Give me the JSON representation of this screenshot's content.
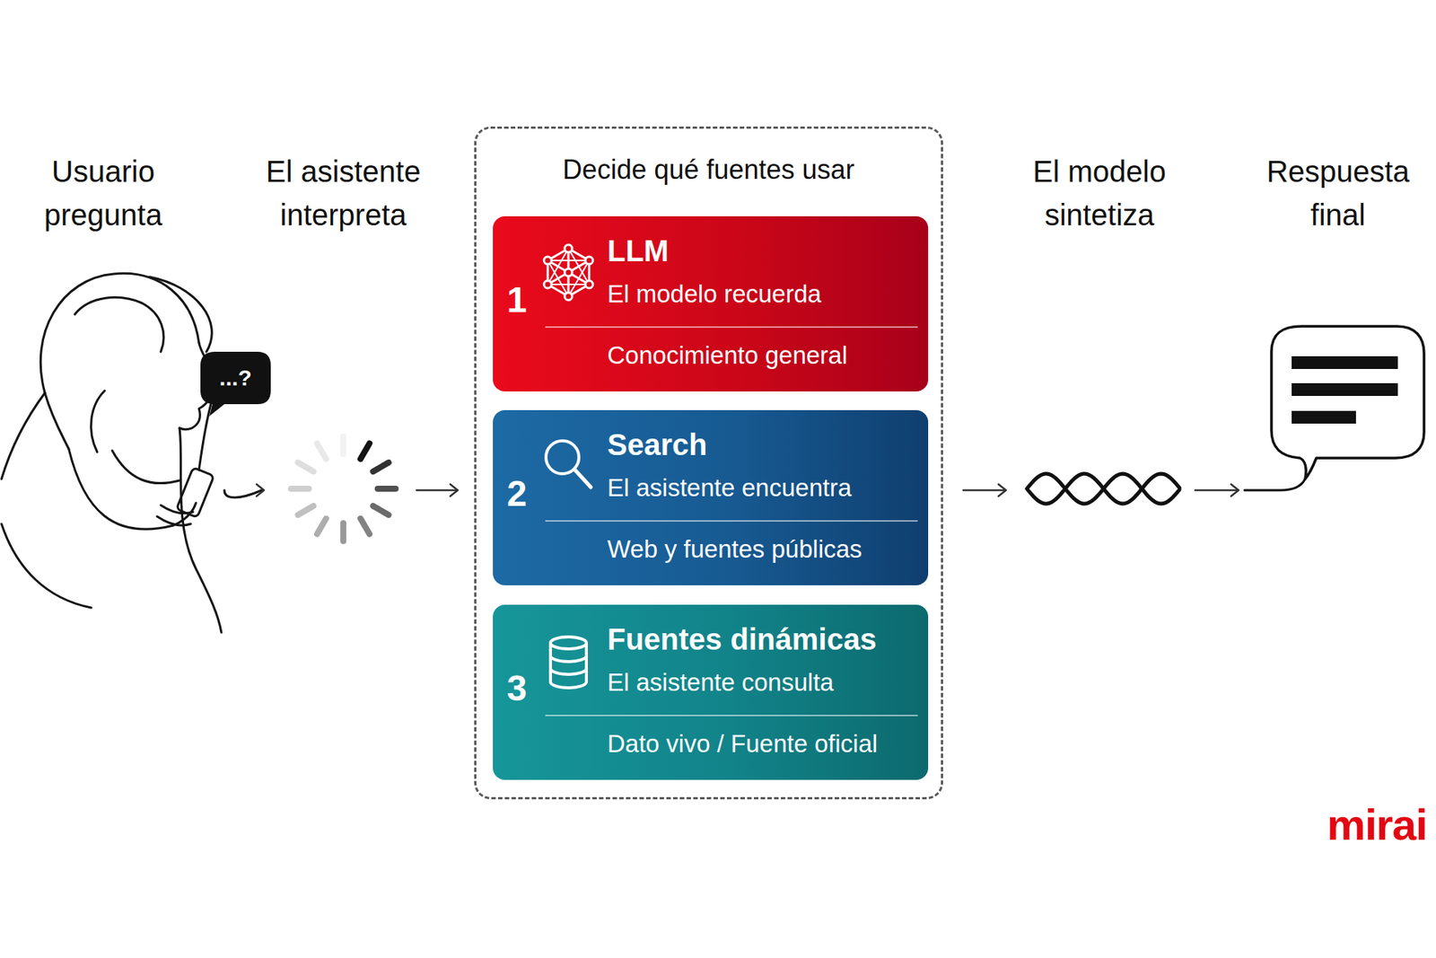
{
  "diagram": {
    "nodes": [
      {
        "text": [
          "Decide qué fuentes usar"
        ]
      },
      {
        "text": [
          "1",
          "LLM",
          "El modelo recuerda",
          "Conocimiento general"
        ],
        "in": 0
      },
      {
        "text": [
          "2",
          "Search",
          "El asistente encuentra",
          "Web y fuentes públicas"
        ],
        "in": 0
      },
      {
        "text": [
          "3",
          "Fuentes dinámicas",
          "El asistente consulta",
          "Dato vivo / Fuente oficial"
        ],
        "in": 0
      }
    ],
    "labels": [
      "Usuario pregunta",
      "El asistente interpreta",
      "El modelo sintetiza",
      "Respuesta final",
      "...?",
      "mirai"
    ]
  }
}
